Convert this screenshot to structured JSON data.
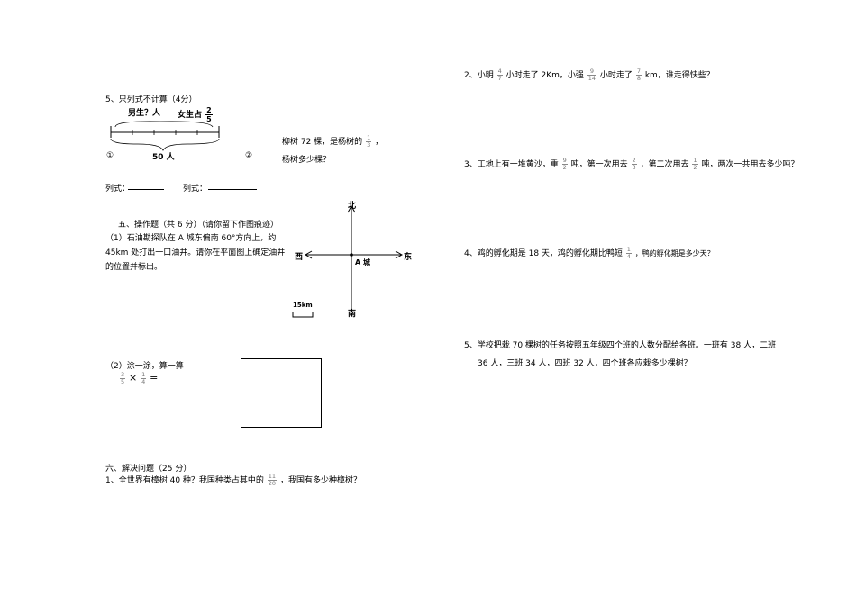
{
  "left": {
    "q5": {
      "title": "5、只列式不计算（4分）",
      "diagram": {
        "boys_label": "男生？人",
        "girls_label": "女生占",
        "girls_fraction": {
          "num": "2",
          "den": "5"
        },
        "total_label": "50 人",
        "circle1": "①",
        "circle2": "②"
      },
      "q2_text_a": "柳树 72 棵，是杨树的",
      "q2_fraction": {
        "num": "1",
        "den": "3"
      },
      "q2_text_b": "，",
      "q2_text_c": "杨树多少棵？",
      "formula1_label": "列式：",
      "formula2_label": "列式："
    },
    "sec5": {
      "title": "五、操作题（共 6 分）（请你留下作图痕迹）",
      "p1_line1": "（1）石油勘探队在 A 城东偏南 60°方向上，约",
      "p1_line2": "45km 处打出一口油井。请你在平面图上确定油井",
      "p1_line3": "的位置并标出。",
      "compass": {
        "north": "北",
        "south": "南",
        "east": "东",
        "west": "西",
        "center": "A 城",
        "scale": "15km"
      },
      "p2_title": "（2）涂一涂，算一算",
      "p2_frac1": {
        "num": "3",
        "den": "5"
      },
      "p2_times": "×",
      "p2_frac2": {
        "num": "1",
        "den": "4"
      },
      "p2_eq": "="
    },
    "sec6": {
      "title": "六、解决问题（25 分）",
      "q1_a": "1、全世界有樟树 40 种？我国种类占其中的",
      "q1_frac": {
        "num": "11",
        "den": "20"
      },
      "q1_b": "，我国有多少种樟树？"
    }
  },
  "right": {
    "q2": {
      "a": "2、小明",
      "f1": {
        "num": "4",
        "den": "7"
      },
      "b": "小时走了 2Km，小强",
      "f2": {
        "num": "9",
        "den": "14"
      },
      "c": "小时走了",
      "f3": {
        "num": "7",
        "den": "8"
      },
      "d": "km，谁走得快些？"
    },
    "q3": {
      "a": "3、工地上有一堆黄沙，重",
      "f1": {
        "num": "9",
        "den": "2"
      },
      "b": "吨，第一次用去",
      "f2": {
        "num": "2",
        "den": "3"
      },
      "c": "，第二次用去",
      "f3": {
        "num": "1",
        "den": "2"
      },
      "d": "吨，两次一共用去多少吨？"
    },
    "q4": {
      "a": "4、鸡的孵化期是 18 天，鸡的孵化期比鸭短",
      "f1": {
        "num": "1",
        "den": "4"
      },
      "b": "，鸭的孵化期是多少天？"
    },
    "q5": {
      "line1": "5、学校把栽 70 棵树的任务按照五年级四个班的人数分配给各班。一班有 38 人，二班",
      "line2": "36 人，三班 34 人，四班 32 人，四个班各应栽多少棵树？"
    }
  }
}
